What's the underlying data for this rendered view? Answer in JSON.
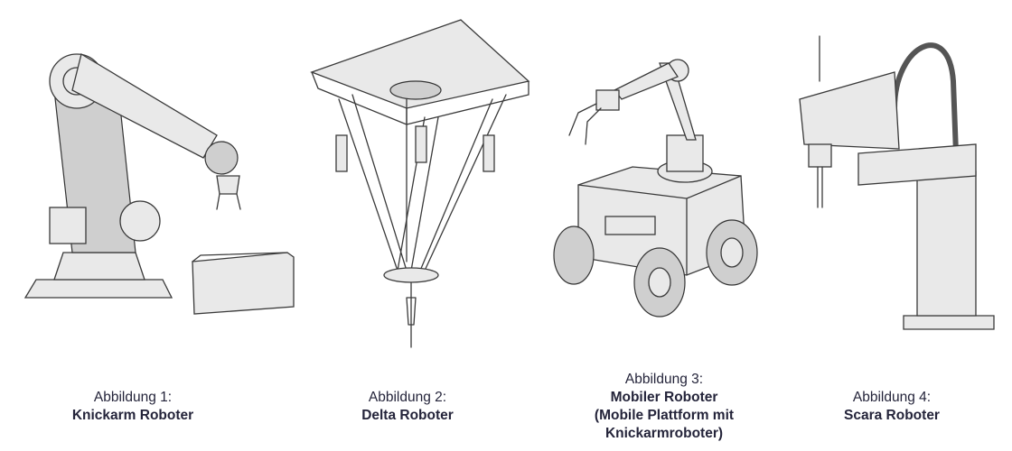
{
  "figures": [
    {
      "label": "Abbildung 1:",
      "title": "Knickarm Roboter"
    },
    {
      "label": "Abbildung 2:",
      "title": "Delta Roboter"
    },
    {
      "label": "Abbildung 3:",
      "title": "Mobiler Roboter",
      "subtitle_line1": "(Mobile Plattform mit",
      "subtitle_line2": "Knickarmroboter)"
    },
    {
      "label": "Abbildung 4:",
      "title": "Scara Roboter"
    }
  ]
}
